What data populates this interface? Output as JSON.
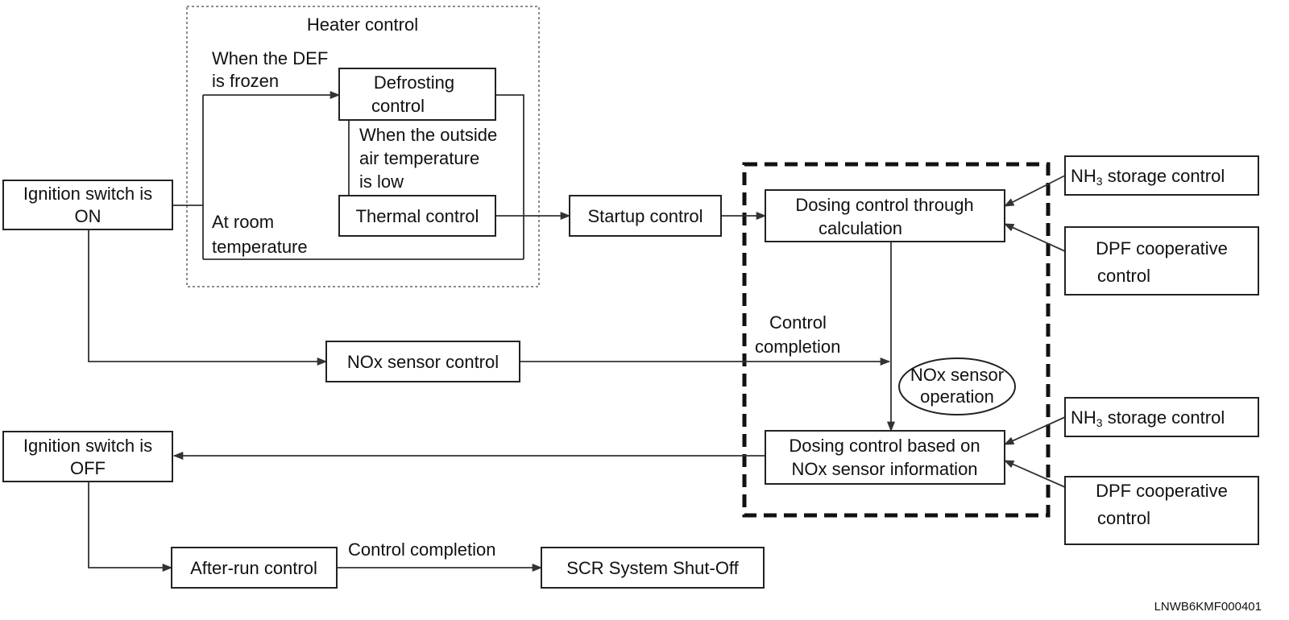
{
  "heater_group": {
    "title": "Heater control"
  },
  "nodes": {
    "ign_on": [
      "Ignition switch is",
      "ON"
    ],
    "defrost": [
      "Defrosting",
      "control"
    ],
    "thermal": [
      "Thermal control"
    ],
    "startup": [
      "Startup control"
    ],
    "dose_calc": [
      "Dosing control through",
      "calculation"
    ],
    "nh3_a": {
      "main": "NH",
      "sub": "3",
      "rest": " storage control"
    },
    "dpf_a": [
      "DPF cooperative",
      "control"
    ],
    "nox_ctrl": [
      "NOx sensor control"
    ],
    "nox_op": [
      "NOx sensor",
      "operation"
    ],
    "nh3_b": {
      "main": "NH",
      "sub": "3",
      "rest": " storage control"
    },
    "dose_nox": [
      "Dosing control based on",
      "NOx sensor information"
    ],
    "dpf_b": [
      "DPF cooperative",
      "control"
    ],
    "ign_off": [
      "Ignition switch is",
      "OFF"
    ],
    "afterrun": [
      "After-run control"
    ],
    "shutoff": [
      "SCR System Shut-Off"
    ]
  },
  "edge_labels": {
    "frozen": [
      "When the DEF",
      "is frozen"
    ],
    "outside_low": [
      "When the outside",
      "air temperature",
      "is low"
    ],
    "room_temp": [
      "At room",
      "temperature"
    ],
    "ctrl_completion_1": [
      "Control",
      "completion"
    ],
    "ctrl_completion_2": [
      "Control completion"
    ]
  },
  "figure_code": "LNWB6KMF000401"
}
